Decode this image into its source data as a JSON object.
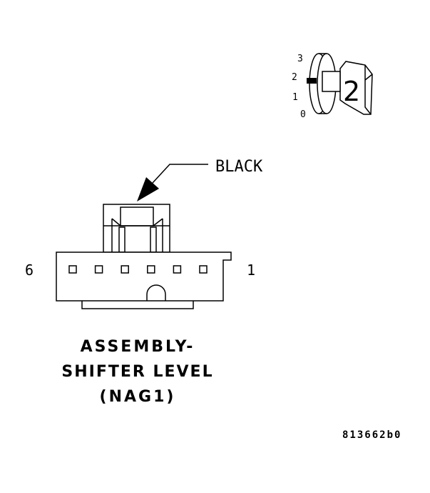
{
  "colors": {
    "line": "#000000",
    "background": "#ffffff"
  },
  "key_indicator": {
    "positions": [
      "3",
      "2",
      "1",
      "0"
    ],
    "selected": "2",
    "icon": "ignition-key-icon"
  },
  "connector": {
    "color_label": "BLACK",
    "pin_start_label": "6",
    "pin_end_label": "1",
    "cavity_count": 6
  },
  "caption": {
    "line1": "ASSEMBLY-",
    "line2": "SHIFTER LEVEL",
    "line3": "(NAG1)"
  },
  "figure_id": "813662b0"
}
